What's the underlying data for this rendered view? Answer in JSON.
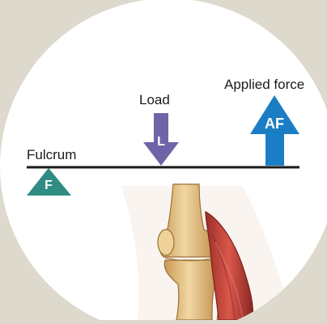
{
  "diagram": {
    "fulcrum_label": "Fulcrum",
    "load_label": "Load",
    "applied_force_label": "Applied force",
    "fulcrum_symbol": "F",
    "load_symbol": "L",
    "applied_force_symbol": "AF",
    "colors": {
      "background": "#ddd9cc",
      "circle": "#ffffff",
      "lever": "#1a1a1a",
      "fulcrum": "#2e8c82",
      "load": "#7163a8",
      "applied_force": "#1b7ec4",
      "muscle": "#c2473c",
      "bone": "#e7c98e"
    }
  }
}
